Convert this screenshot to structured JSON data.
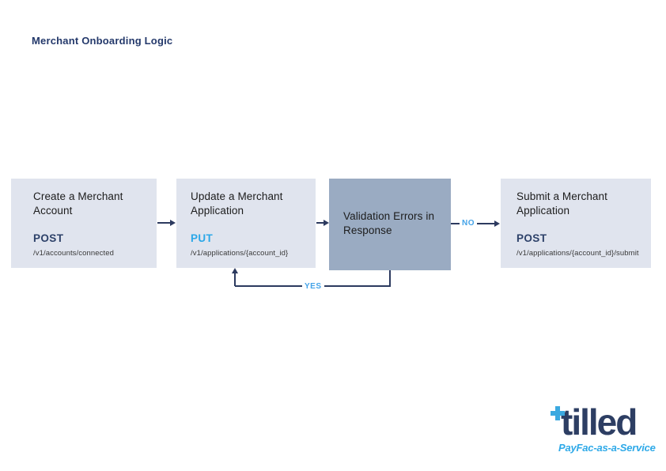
{
  "page": {
    "title": "Merchant Onboarding Logic"
  },
  "colors": {
    "navy_text": "#24396b",
    "node_light_bg": "#e0e4ee",
    "node_dark_bg": "#9aabc2",
    "connector_line": "#2c3a5f",
    "accent_blue": "#2aa7e8",
    "node_title_text": "#1c1c1c"
  },
  "flow": {
    "nodes": [
      {
        "id": "create",
        "title": "Create a Merchant Account",
        "method": "POST",
        "path": "/v1/accounts/connected",
        "variant": "light"
      },
      {
        "id": "update",
        "title": "Update a Merchant Application",
        "method": "PUT",
        "path": "/v1/applications/{account_id}",
        "variant": "light"
      },
      {
        "id": "validate",
        "title": "Validation Errors in Response",
        "variant": "dark"
      },
      {
        "id": "submit",
        "title": "Submit a Merchant Application",
        "method": "POST",
        "path": "/v1/applications/{account_id}/submit",
        "variant": "light"
      }
    ],
    "edges": [
      {
        "from": "create",
        "to": "update",
        "label": ""
      },
      {
        "from": "update",
        "to": "validate",
        "label": ""
      },
      {
        "from": "validate",
        "to": "submit",
        "label": "NO"
      },
      {
        "from": "validate",
        "to": "update",
        "label": "YES"
      }
    ]
  },
  "logo": {
    "wordmark": "tilled",
    "tagline": "PayFac-as-a-Service"
  }
}
